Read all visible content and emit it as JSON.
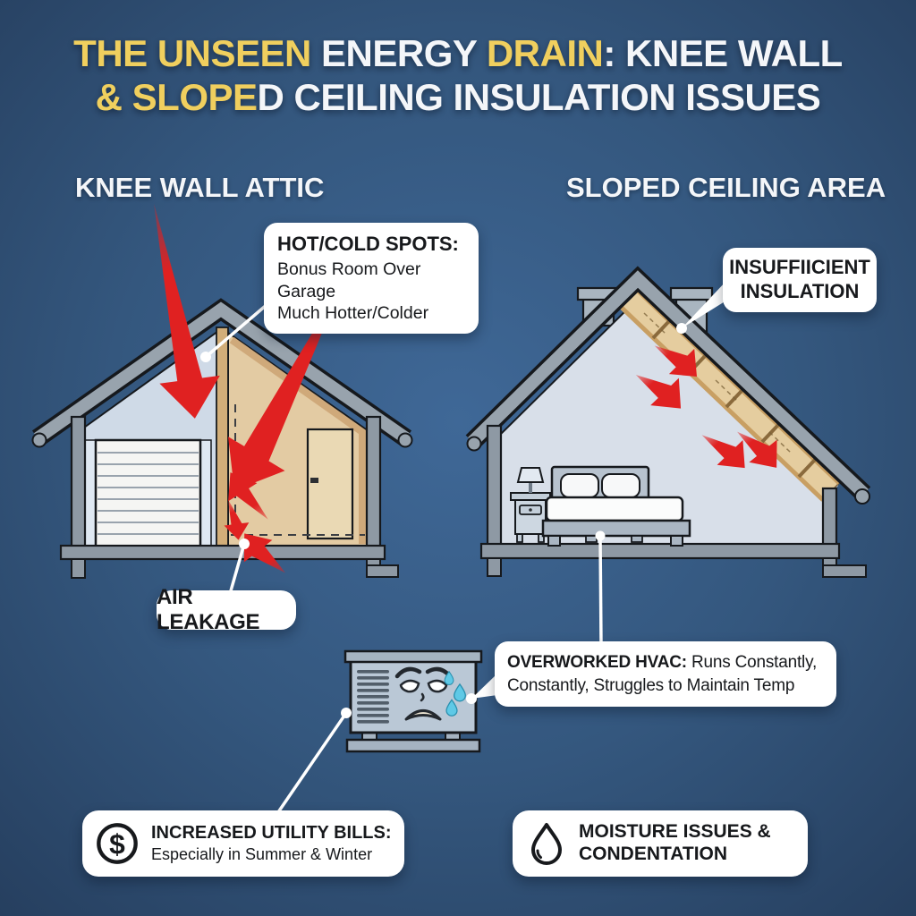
{
  "title": {
    "l1a": "THE UNSEEN",
    "l1b": " ENERGY ",
    "l1c": "DRAIN",
    "l1d": ": KNEE WALL",
    "l2a": "& SLOPE",
    "l2b": "D CEILING INSULATION ISSUES"
  },
  "sections": {
    "left_heading": "KNEE WALL ATTIC",
    "right_heading": "SLOPED CEILING AREA"
  },
  "callouts": {
    "hot_cold": {
      "title": "HOT/COLD SPOTS:",
      "line1": "Bonus Room Over Garage",
      "line2": "Much Hotter/Colder"
    },
    "insufficient": {
      "line1": "INSUFFIICIENT",
      "line2": "INSULATION"
    },
    "air_leakage": {
      "label": "AIR LEAKAGE"
    },
    "overworked": {
      "title": "OVERWORKED HVAC:",
      "rest1": " Runs Constantly,",
      "rest2": "Constantly, Struggles to Maintain Temp"
    },
    "utility": {
      "icon": "dollar-circle-icon",
      "icon_glyph": "$",
      "title": "INCREASED UTILITY BILLS:",
      "subtitle": "Especially in Summer & Winter"
    },
    "moisture": {
      "icon": "water-drop-icon",
      "line1": "MOISTURE ISSUES &",
      "line2": "CONDENTATION"
    }
  },
  "colors": {
    "bg_center": "#3f6897",
    "bg_mid": "#34577e",
    "bg_edge": "#263f5f",
    "title_yellow": "#f0cf5e",
    "text_white": "#f4f6f9",
    "arrow_red": "#e02121",
    "roof_gray": "#98a3ad",
    "wall_gray": "#8e99a4",
    "outline_dark": "#16191d",
    "garage_blue": "#cfdae7",
    "bonus_tan": "#e3cba3",
    "wood_tan": "#d2ae79",
    "interior_gray": "#d8dfe9",
    "insulation_tan": "#e5cd9f",
    "hvac_body": "#bac8d6",
    "hvac_trim": "#a5b3c1",
    "drop_cyan": "#5fc9e6",
    "box_bg": "#ffffff",
    "box_text": "#17191c",
    "leader_white": "#ffffff"
  }
}
